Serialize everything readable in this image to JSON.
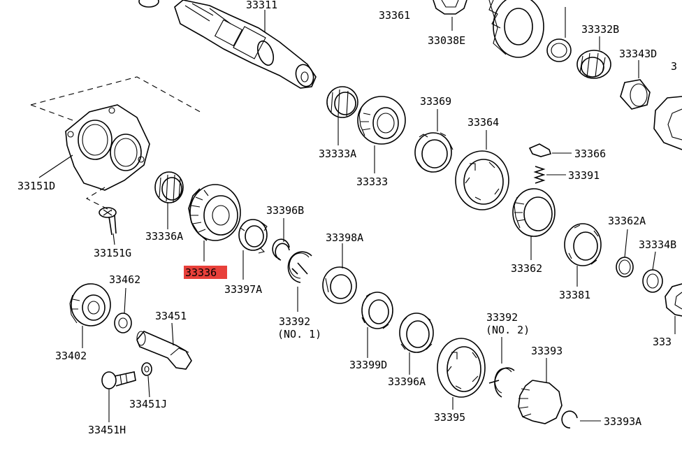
{
  "diagram": {
    "highlight_color": "#e8403a",
    "labels": {
      "p33311": "33311",
      "p33361": "33361",
      "p33038E": "33038E",
      "p33332B": "33332B",
      "p33343D": "33343D",
      "p33151D": "33151D",
      "p33151G": "33151G",
      "p33336A": "33336A",
      "p33336": "33336",
      "p33333A": "33333A",
      "p33333": "33333",
      "p33369": "33369",
      "p33364": "33364",
      "p33366": "33366",
      "p33391": "33391",
      "p33396B": "33396B",
      "p33397A": "33397A",
      "p33398A": "33398A",
      "p33392a": "33392",
      "p33392a_note": "(NO. 1)",
      "p33362": "33362",
      "p33362A": "33362A",
      "p33334B": "33334B",
      "p33381": "33381",
      "p33462": "33462",
      "p33402": "33402",
      "p33451": "33451",
      "p33451J": "33451J",
      "p33451H": "33451H",
      "p33399D": "33399D",
      "p33396A": "33396A",
      "p33392b": "33392",
      "p33392b_note": "(NO. 2)",
      "p33393": "33393",
      "p33393A": "33393A",
      "p33395": "33395"
    }
  }
}
